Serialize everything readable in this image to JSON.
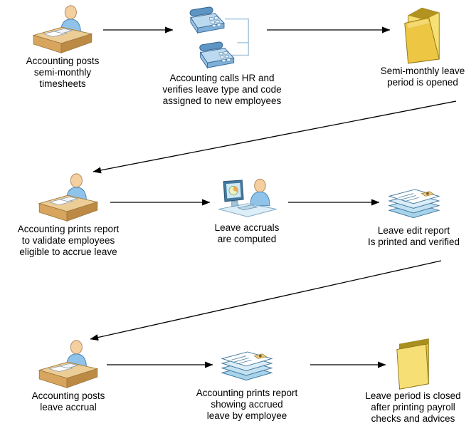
{
  "page": {
    "background": "#ffffff"
  },
  "diagram": {
    "type": "flowchart",
    "nodes": [
      {
        "id": "post-timesheets",
        "icon": "person-at-desk-icon",
        "label": "Accounting posts\nsemi-monthly\ntimesheets"
      },
      {
        "id": "call-hr-verify-codes",
        "icon": "telephones-icon",
        "label": "Accounting calls HR and\nverifies leave type and code\nassigned to new employees"
      },
      {
        "id": "open-leave-period",
        "icon": "open-folder-icon",
        "label": "Semi-monthly leave\nperiod is opened"
      },
      {
        "id": "print-validation-report",
        "icon": "person-at-desk-icon",
        "label": "Accounting prints report\nto validate employees\neligible to accrue leave"
      },
      {
        "id": "compute-leave-accruals",
        "icon": "person-at-computer-icon",
        "label": "Leave accruals\nare computed"
      },
      {
        "id": "print-leave-edit-report",
        "icon": "document-stack-icon",
        "label": "Leave edit report\nIs printed and verified"
      },
      {
        "id": "post-leave-accrual",
        "icon": "person-at-desk-icon",
        "label": "Accounting posts\nleave accrual"
      },
      {
        "id": "print-accrued-leave-report",
        "icon": "document-stack-icon",
        "label": "Accounting prints report\nshowing accrued\nleave by employee"
      },
      {
        "id": "close-leave-period",
        "icon": "closed-folder-icon",
        "label": "Leave period is closed\nafter printing payroll\nchecks and advices"
      }
    ],
    "edges": [
      {
        "from": "post-timesheets",
        "to": "call-hr-verify-codes"
      },
      {
        "from": "call-hr-verify-codes",
        "to": "open-leave-period"
      },
      {
        "from": "open-leave-period",
        "to": "print-validation-report"
      },
      {
        "from": "print-validation-report",
        "to": "compute-leave-accruals"
      },
      {
        "from": "compute-leave-accruals",
        "to": "print-leave-edit-report"
      },
      {
        "from": "print-leave-edit-report",
        "to": "post-leave-accrual"
      },
      {
        "from": "post-leave-accrual",
        "to": "print-accrued-leave-report"
      },
      {
        "from": "print-accrued-leave-report",
        "to": "close-leave-period"
      }
    ],
    "colors": {
      "arrow": "#000000",
      "text": "#000000",
      "folder_fill": "#f0d05a",
      "document_stack_fill": "#cfe7f4",
      "person_shirt": "#8fc3e9",
      "desk": "#d8a55e",
      "telephone": "#7fb0d8"
    }
  }
}
